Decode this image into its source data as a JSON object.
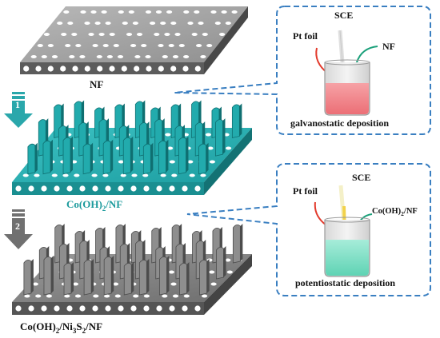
{
  "figure": {
    "steps": [
      {
        "number": "1",
        "arrow_color": "#2aa7ab"
      },
      {
        "number": "2",
        "arrow_color": "#707070"
      }
    ],
    "layers": [
      {
        "label": "NF",
        "color": "#5a5a5a",
        "label_color": "#111111"
      },
      {
        "label_main": "Co(OH)",
        "label_sub": "2",
        "label_tail": "/NF",
        "color": "#1b9a9c",
        "label_color": "#1b9a9c"
      },
      {
        "label_main": "Co(OH)",
        "label_sub": "2",
        "label_mid": "/Ni",
        "label_sub2": "3",
        "label_mid2": "S",
        "label_sub3": "2",
        "label_tail": "/NF",
        "color": "#6a6a6a",
        "label_color": "#111111"
      }
    ],
    "callouts": [
      {
        "border_color": "#3a7fc1",
        "electrodes": {
          "left": "Pt foil",
          "center": "SCE",
          "right": "NF"
        },
        "caption": "galvanostatic deposition",
        "electrolyte_color": "#f08a8f"
      },
      {
        "border_color": "#3a7fc1",
        "electrodes": {
          "left": "Pt foil",
          "center": "SCE",
          "right_main": "Co(OH)",
          "right_sub": "2",
          "right_tail": "/NF"
        },
        "caption": "potentiostatic deposition",
        "electrolyte_color": "#7fdcc4"
      }
    ]
  }
}
